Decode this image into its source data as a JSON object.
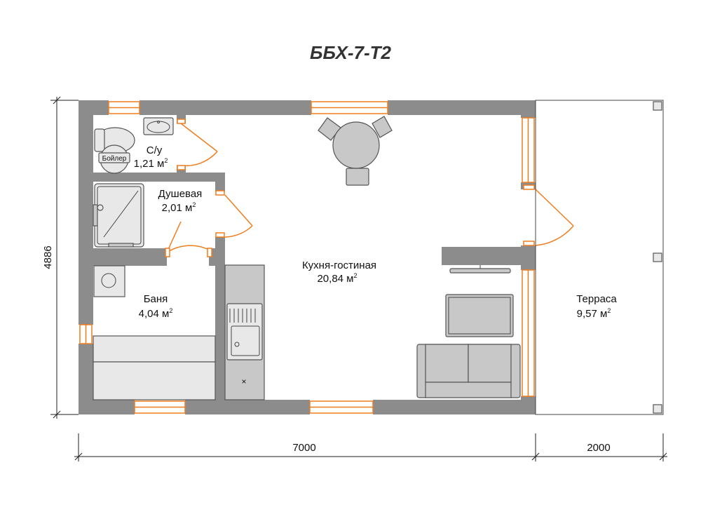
{
  "title": "ББХ-7-Т2",
  "rooms": {
    "su": {
      "name": "С/у",
      "area": "1,21 м",
      "sup": "2"
    },
    "shower": {
      "name": "Душевая",
      "area": "2,01 м",
      "sup": "2"
    },
    "sauna": {
      "name": "Баня",
      "area": "4,04 м",
      "sup": "2"
    },
    "living": {
      "name": "Кухня-гостиная",
      "area": "20,84 м",
      "sup": "2"
    },
    "terrace": {
      "name": "Терраса",
      "area": "9,57 м",
      "sup": "2"
    }
  },
  "boiler_label": "Бойлер",
  "dimensions": {
    "height": "4886",
    "width_main": "7000",
    "width_terrace": "2000"
  },
  "colors": {
    "wall": "#8c8c8c",
    "accent": "#f07d1e"
  }
}
